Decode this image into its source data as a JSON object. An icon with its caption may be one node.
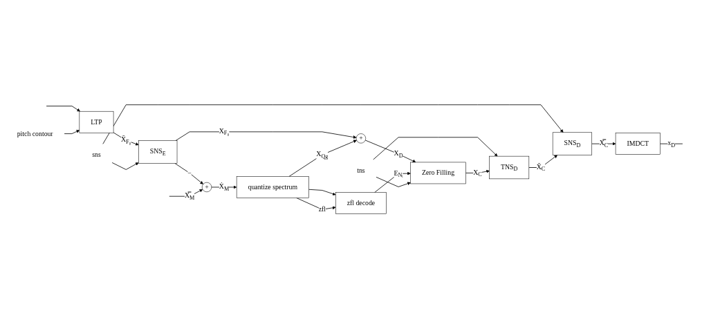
{
  "diagram": {
    "nodes": [
      {
        "text": [
          "LTP"
        ]
      },
      {
        "text": [
          "SNS$_{E}$"
        ]
      },
      {
        "text": [
          "pitch contour"
        ]
      },
      {
        "text": [
          "sns"
        ]
      },
      {
        "text": [
          "+"
        ]
      },
      {
        "text": [
          "quantize spectrum"
        ]
      },
      {
        "text": [
          "+"
        ]
      },
      {
        "text": [
          "Zero Filling"
        ]
      },
      {
        "text": [
          "zfl decode"
        ]
      },
      {
        "text": [
          "TNS$_{D}$"
        ]
      },
      {
        "text": [
          "SNS$_{D}$"
        ]
      },
      {
        "text": [
          "IMDCT"
        ]
      },
      {
        "text": [
          "tns"
        ]
      }
    ],
    "edges": [
      {
        "from": null,
        "to": 0,
        "arrow": "to"
      },
      {
        "from": 2,
        "to": 0,
        "arrow": "to"
      },
      {
        "from": 0,
        "to": 1,
        "arrow": "to",
        "label": "X̄$_{F₀}$"
      },
      {
        "from": 3,
        "to": 1,
        "arrow": "to"
      },
      {
        "from": 3,
        "to": 10,
        "arrow": "to"
      },
      {
        "from": 1,
        "to": 4,
        "arrow": "to",
        "label": "−"
      },
      {
        "from": 1,
        "to": 6,
        "arrow": "to",
        "label": "X$_{F₀}$"
      },
      {
        "from": null,
        "to": 4,
        "arrow": "to",
        "label": "X̿$_{M}$"
      },
      {
        "from": 4,
        "to": 5,
        "arrow": "to",
        "label": "Ẋ$_{M}$"
      },
      {
        "from": 5,
        "to": 6,
        "arrow": "to",
        "label": "X$_{Qg}$"
      },
      {
        "from": 5,
        "to": 8,
        "arrow": "to"
      },
      {
        "from": 5,
        "to": 8,
        "arrow": "to",
        "label": "zfl"
      },
      {
        "from": 6,
        "to": 7,
        "arrow": "to",
        "label": "X$_{D}$"
      },
      {
        "from": 8,
        "to": 7,
        "arrow": "to",
        "label": "E$_{Nᵢ}$"
      },
      {
        "from": 12,
        "to": 7,
        "arrow": "to"
      },
      {
        "from": 12,
        "to": 9,
        "arrow": "to"
      },
      {
        "from": 7,
        "to": 9,
        "arrow": "to",
        "label": "X$_{C}$"
      },
      {
        "from": 9,
        "to": 10,
        "arrow": "to",
        "label": "X̄$_{C}$"
      },
      {
        "from": 10,
        "to": 11,
        "arrow": "to",
        "label": "X̿$_{C}$"
      },
      {
        "from": 11,
        "to": null,
        "arrow": "none",
        "label": "x$_{D}$"
      }
    ]
  }
}
